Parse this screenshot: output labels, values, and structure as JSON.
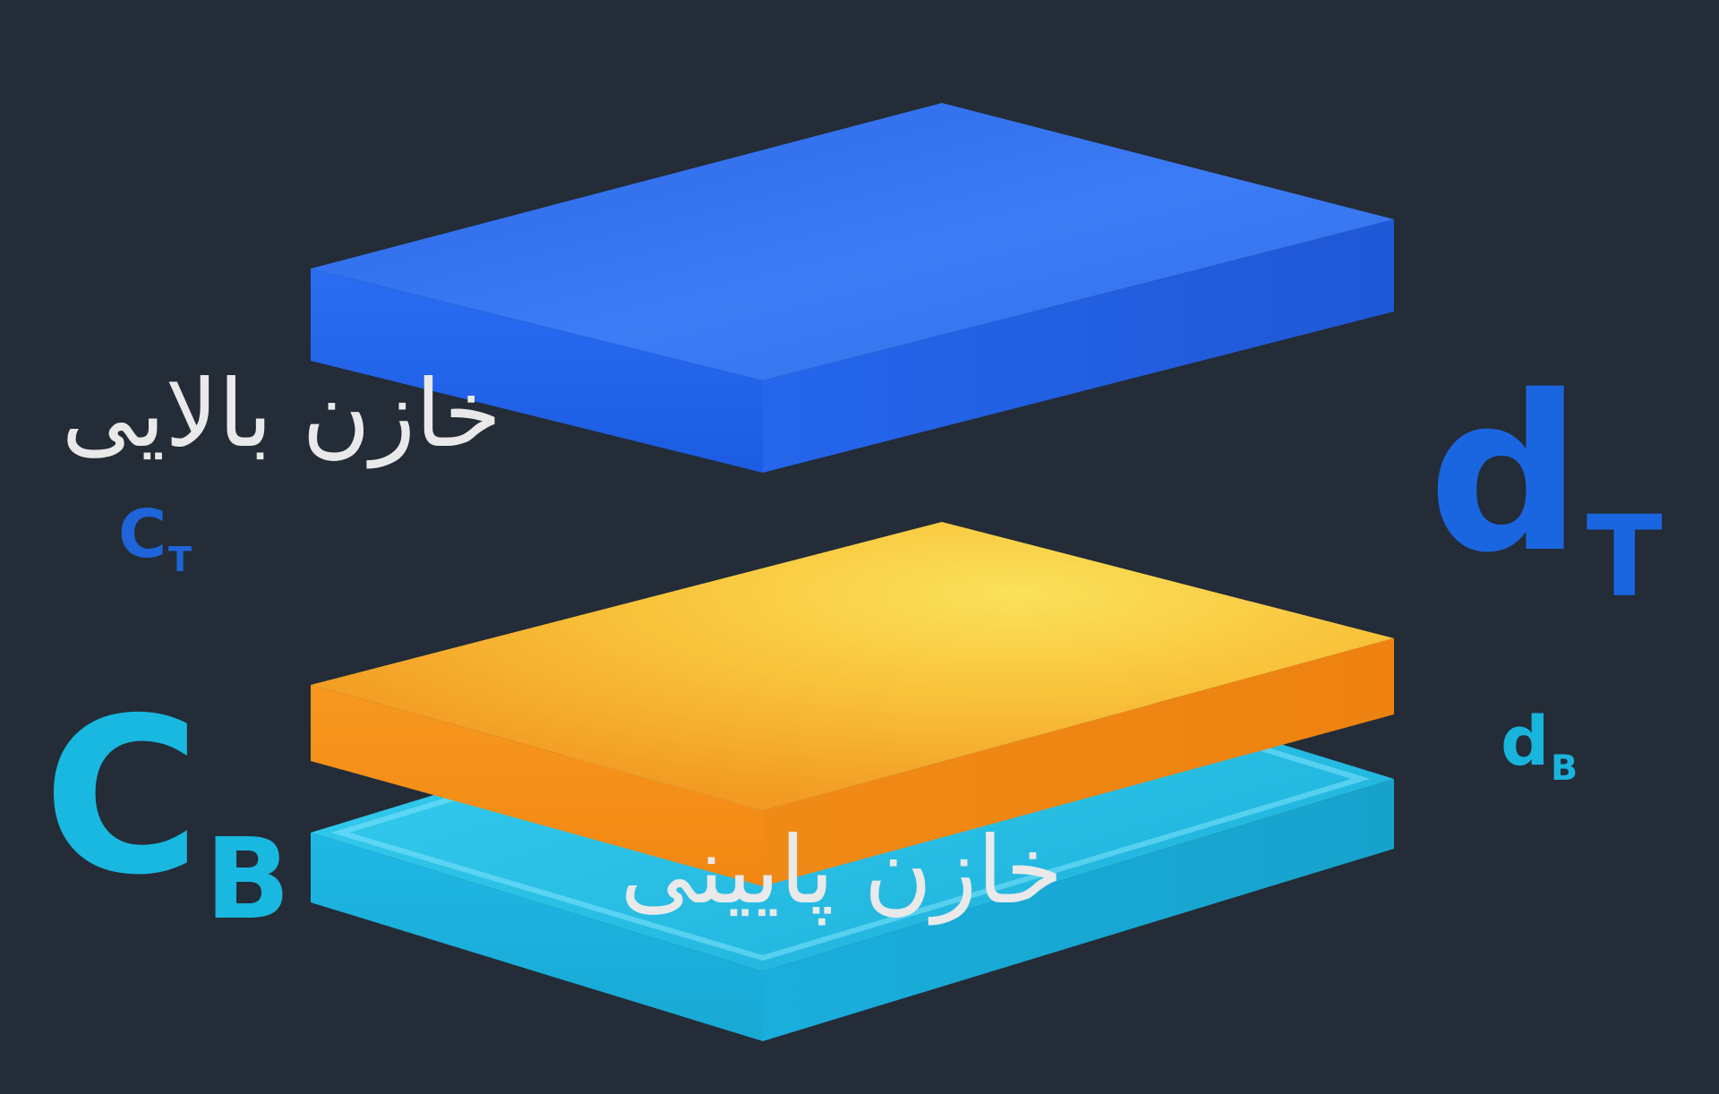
{
  "labels": {
    "top_capacitor": "خازن بالایی",
    "bottom_capacitor": "خازن پایینی"
  },
  "symbols": {
    "ct": {
      "base": "C",
      "sub": "T"
    },
    "cb": {
      "base": "C",
      "sub": "B"
    },
    "dt": {
      "base": "d",
      "sub": "T"
    },
    "db": {
      "base": "d",
      "sub": "B"
    }
  },
  "colors": {
    "background": "#232c37",
    "top_plate": "#2f73f0",
    "middle_plate": "#f5a623",
    "bottom_plate": "#22c2ec",
    "label_text": "#e9e9e9",
    "symbol_blue": "#1f64d8",
    "symbol_cyan": "#18b8e0"
  },
  "plates": [
    {
      "name": "top-plate",
      "kind": "blue"
    },
    {
      "name": "middle-plate",
      "kind": "orange"
    },
    {
      "name": "bottom-plate",
      "kind": "cyan"
    }
  ]
}
